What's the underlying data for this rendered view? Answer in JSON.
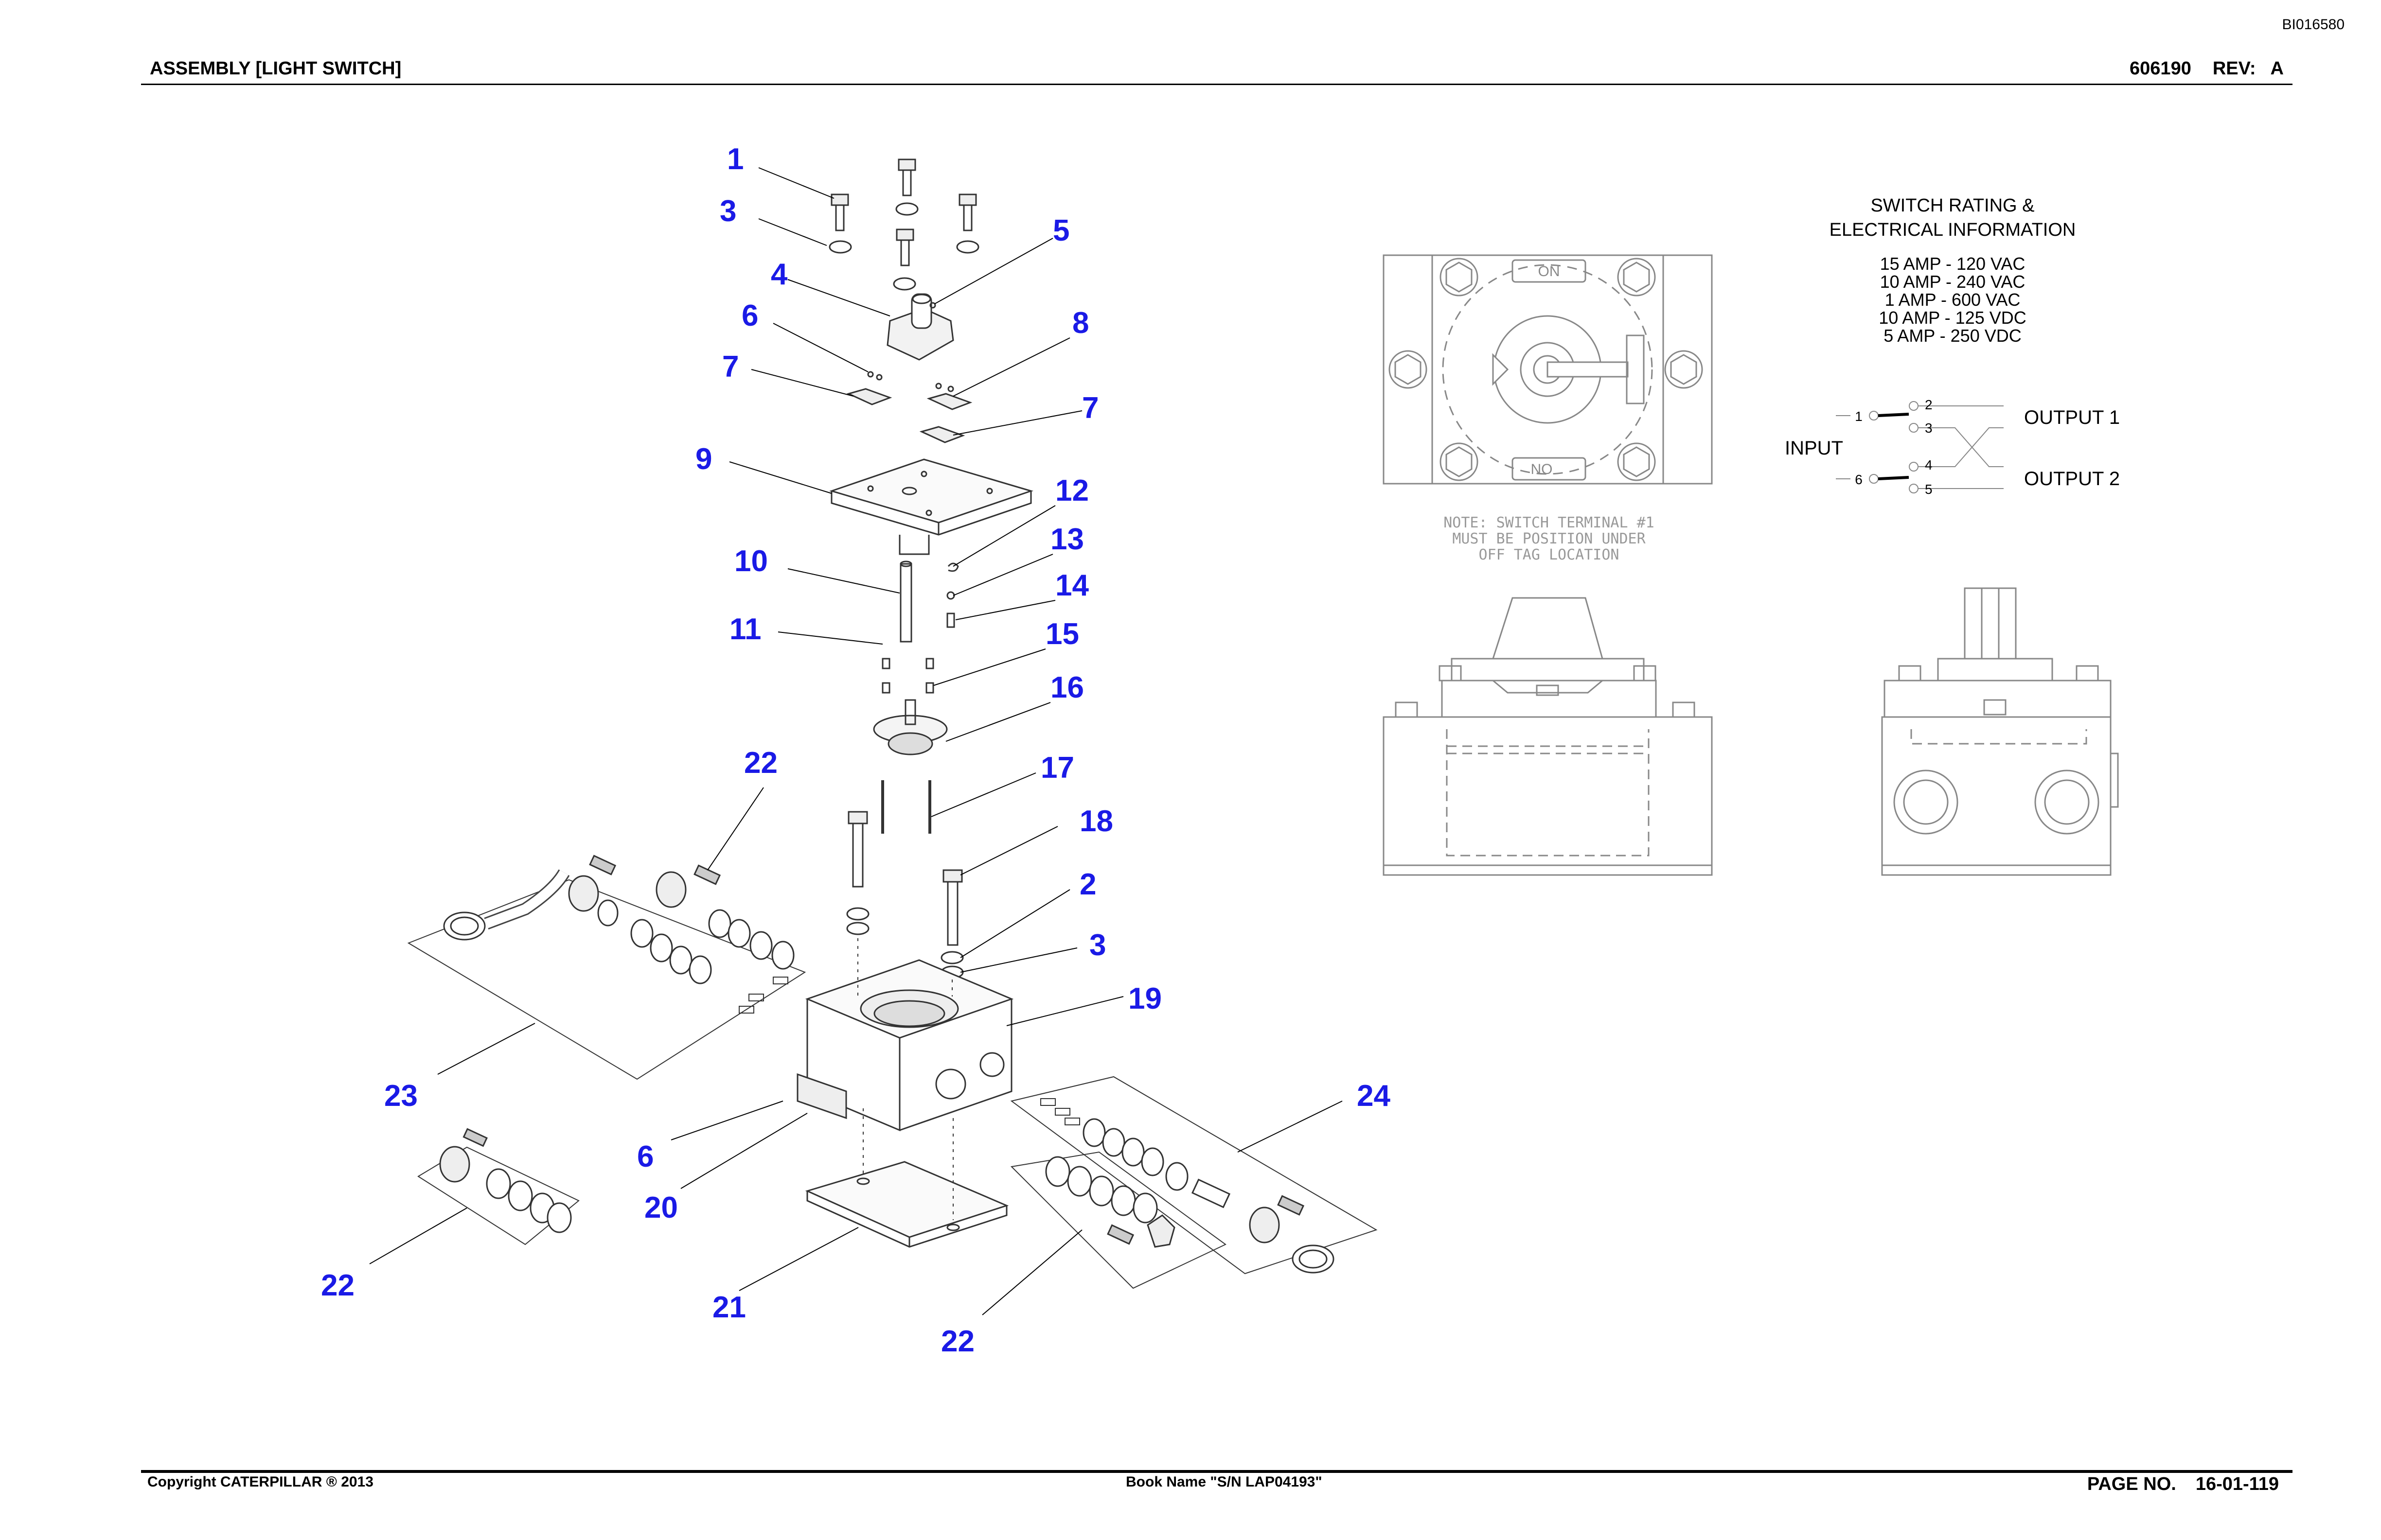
{
  "header": {
    "doc_id": "BI016580",
    "title": "ASSEMBLY [LIGHT SWITCH]",
    "part_number": "606190",
    "rev_label": "REV:",
    "rev_value": "A"
  },
  "footer": {
    "copyright": "Copyright CATERPILLAR ® 2013",
    "book_name": "Book Name \"S/N LAP04193\"",
    "page_label": "PAGE NO.",
    "page_value": "16-01-119"
  },
  "electrical": {
    "title_line1": "SWITCH RATING &",
    "title_line2": "ELECTRICAL INFORMATION",
    "ratings": [
      "15 AMP - 120 VAC",
      "10 AMP - 240 VAC",
      "1 AMP - 600 VAC",
      "10 AMP - 125 VDC",
      "5 AMP - 250 VDC"
    ],
    "input_label": "INPUT",
    "output1_label": "OUTPUT 1",
    "output2_label": "OUTPUT 2",
    "terminals": [
      "1",
      "2",
      "3",
      "4",
      "5",
      "6"
    ]
  },
  "top_view": {
    "on_tag": "ON",
    "no_tag": "NO",
    "note_lines": [
      "NOTE: SWITCH TERMINAL #1",
      "MUST BE POSITION UNDER",
      "OFF TAG LOCATION"
    ]
  },
  "callouts": [
    "1",
    "3",
    "5",
    "4",
    "6",
    "8",
    "7",
    "7",
    "9",
    "12",
    "13",
    "10",
    "14",
    "11",
    "15",
    "16",
    "22",
    "17",
    "18",
    "2",
    "3",
    "19",
    "23",
    "24",
    "6",
    "20",
    "22",
    "21",
    "22"
  ]
}
